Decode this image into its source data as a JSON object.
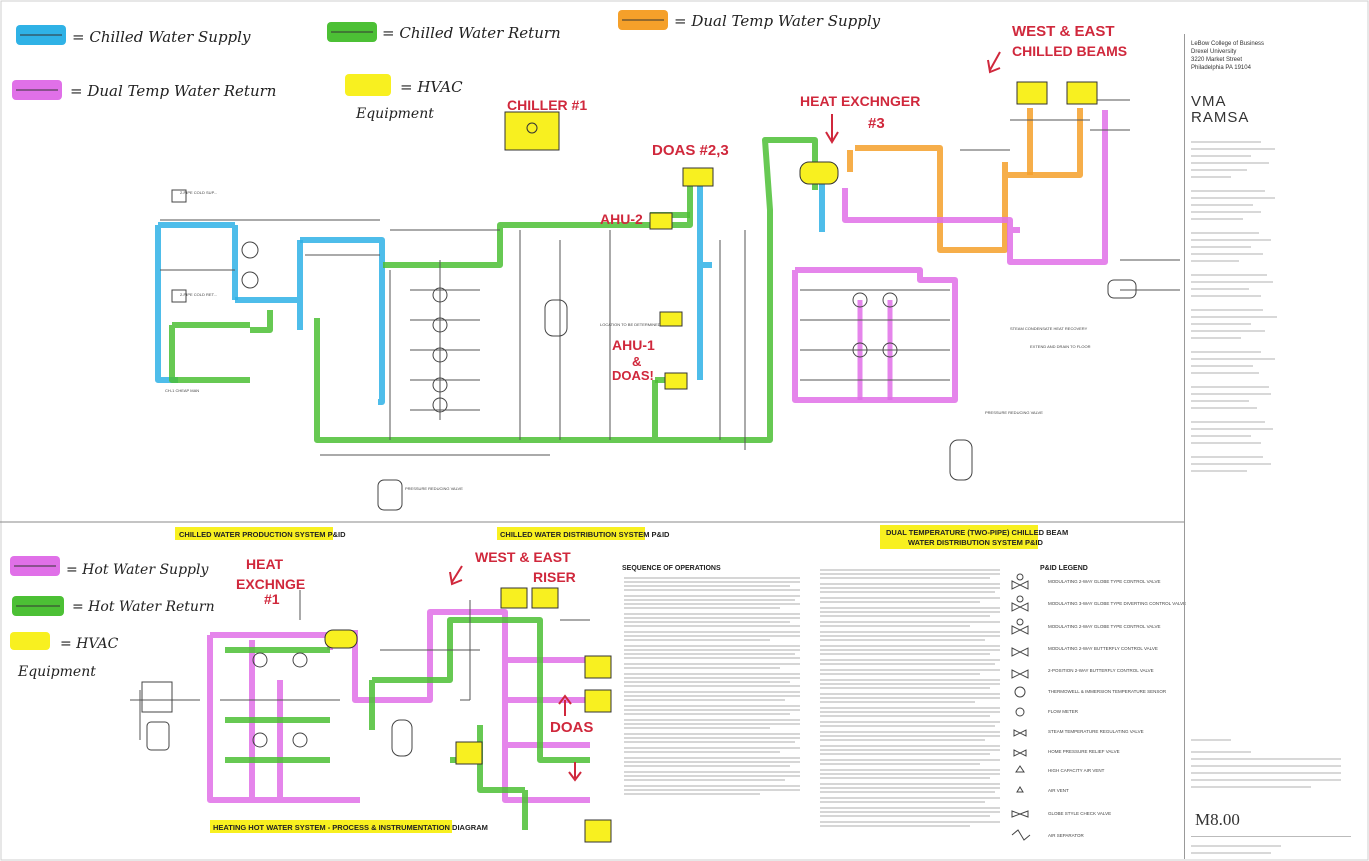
{
  "legend_top": {
    "chilled_supply": {
      "label": "= Chilled Water Supply",
      "color": "#2fb2e6"
    },
    "chilled_return": {
      "label": "= Chilled Water Return",
      "color": "#4cc035"
    },
    "dual_supply": {
      "label": "= Dual Temp Water Supply",
      "color": "#f5a02a"
    },
    "dual_return": {
      "label": "= Dual Temp Water Return",
      "color": "#e070e8"
    },
    "hvac": {
      "label": "= HVAC",
      "label2": "Equipment",
      "color": "#f8f020"
    }
  },
  "legend_bottom": {
    "hot_supply": {
      "label": "= Hot Water Supply",
      "color": "#e070e8"
    },
    "hot_return": {
      "label": "= Hot Water Return",
      "color": "#4cc035"
    },
    "hvac": {
      "label": "= HVAC",
      "label2": "Equipment",
      "color": "#f8f020"
    }
  },
  "annotations": {
    "chiller1": "CHILLER #1",
    "doas23": "DOAS #2,3",
    "ahu2": "AHU-2",
    "ahu1": "AHU-1",
    "amp": "&",
    "doas1": "DOAS!",
    "heat3_a": "HEAT EXCHNGER",
    "heat3_b": "#3",
    "west_east_beams_a": "WEST & EAST",
    "west_east_beams_b": "CHILLED BEAMS",
    "heat1_a": "HEAT",
    "heat1_b": "EXCHNGE",
    "heat1_c": "#1",
    "west_east_riser_a": "WEST & EAST",
    "west_east_riser_b": "RISER",
    "doas": "DOAS"
  },
  "section_titles": {
    "production": "CHILLED WATER PRODUCTION SYSTEM P&ID",
    "distribution": "CHILLED WATER DISTRIBUTION SYSTEM P&ID",
    "dual_a": "DUAL TEMPERATURE (TWO-PIPE) CHILLED BEAM",
    "dual_b": "WATER DISTRIBUTION SYSTEM P&ID",
    "heating": "HEATING HOT WATER SYSTEM - PROCESS & INSTRUMENTATION DIAGRAM"
  },
  "sequence_title": "SEQUENCE OF OPERATIONS",
  "pid_legend_title": "P&ID LEGEND",
  "pid_legend_items": [
    "MODULATING 2-WAY GLOBE TYPE CONTROL VALVE",
    "MODULATING 3-WAY GLOBE TYPE DIVERTING CONTROL VALVE",
    "MODULATING 2-WAY GLOBE TYPE CONTROL VALVE",
    "MODULATING 2-WAY BUTTERFLY CONTROL VALVE",
    "2-POSITION 2-WAY BUTTERFLY CONTROL VALVE",
    "THERMOWELL & IMMERSION TEMPERATURE SENSOR",
    "FLOW METER",
    "STEAM TEMPERATURE REGULATING VALVE",
    "HOME PRESSURE RELIEF VALVE",
    "HIGH CAPACITY AIR VENT",
    "AIR VENT",
    "GLOBE STYLE CHECK VALVE",
    "AIR SEPARATOR"
  ],
  "title_block": {
    "school_1": "LeBow College of Business",
    "school_2": "Drexel University",
    "school_3": "3220 Market Street",
    "school_4": "Philadelphia PA 19104",
    "firm_1": "VMA",
    "firm_2": "RAMSA",
    "sheet": "M8.00"
  }
}
